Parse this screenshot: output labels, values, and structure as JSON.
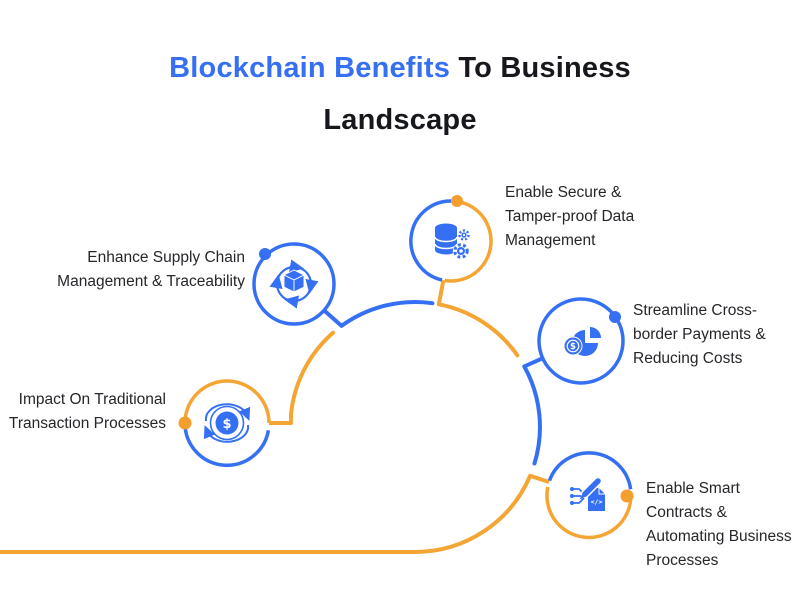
{
  "title": {
    "highlight": "Blockchain Benefits",
    "rest": "To Business",
    "line2": "Landscape"
  },
  "colors": {
    "accent_blue": "#356ff4",
    "accent_yellow": "#f4a533",
    "dot_orange": "#f49f2d",
    "text_dark": "#26262b"
  },
  "nodes": [
    {
      "id": "data-management",
      "icon": "database-gear-icon",
      "dot_color": "orange",
      "label_lines": [
        "Enable Secure &",
        "Tamper-proof Data",
        "Management"
      ]
    },
    {
      "id": "supply-chain",
      "icon": "cube-cycle-icon",
      "dot_color": "blue",
      "label_lines": [
        "Enhance Supply Chain",
        "Management & Traceability"
      ]
    },
    {
      "id": "transactions",
      "icon": "dollar-exchange-icon",
      "dot_color": "orange",
      "label_lines": [
        "Impact On Traditional",
        "Transaction Processes"
      ]
    },
    {
      "id": "payments",
      "icon": "pie-chart-dollar-icon",
      "dot_color": "blue",
      "label_lines": [
        "Streamline Cross-",
        "border Payments &",
        "Reducing Costs"
      ]
    },
    {
      "id": "smart-contracts",
      "icon": "contract-code-pen-icon",
      "dot_color": "orange",
      "label_lines": [
        "Enable Smart",
        "Contracts &",
        "Automating Business",
        "Processes"
      ]
    }
  ]
}
